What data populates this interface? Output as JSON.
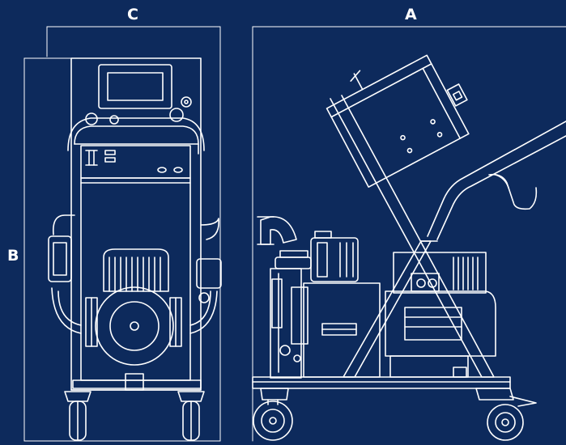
{
  "dimension_labels": {
    "width_front": "C",
    "length_side": "A",
    "height": "B"
  },
  "colors": {
    "background": "#0d2a5c",
    "line": "#ffffff"
  }
}
